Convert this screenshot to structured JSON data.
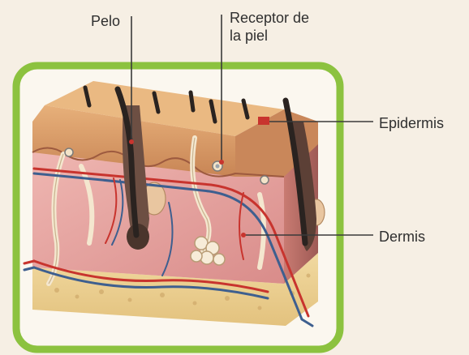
{
  "labels": {
    "hair": "Pelo",
    "receptor_line1": "Receptor de",
    "receptor_line2": "la piel",
    "epidermis": "Epidermis",
    "dermis": "Dermis"
  },
  "colors": {
    "frame_green": "#8cc23f",
    "leader_line": "#3a3a3a",
    "epidermis": "#d59662",
    "dermis": "#e9a7a4",
    "hair": "#2a2320",
    "artery": "#c8342e",
    "vein": "#3e5f8f",
    "nerve": "#f2e6cf"
  }
}
